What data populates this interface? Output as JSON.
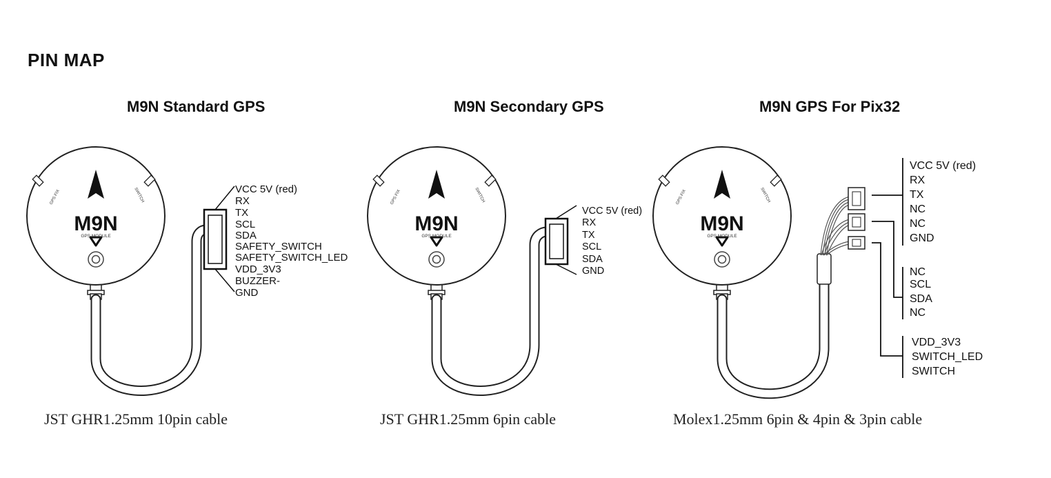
{
  "heading": "PIN MAP",
  "panels": [
    {
      "title": "M9N Standard GPS",
      "caption": "JST GHR1.25mm 10pin cable",
      "pins": [
        "VCC 5V  (red)",
        "RX",
        "TX",
        "SCL",
        "SDA",
        "SAFETY_SWITCH",
        "SAFETY_SWITCH_LED",
        "VDD_3V3",
        "BUZZER-",
        "GND"
      ]
    },
    {
      "title": "M9N Secondary GPS",
      "caption": "JST GHR1.25mm 6pin cable",
      "pins": [
        "VCC 5V (red)",
        "RX",
        "TX",
        "SCL",
        "SDA",
        "GND"
      ]
    },
    {
      "title": "M9N GPS  For Pix32",
      "caption": "Molex1.25mm 6pin & 4pin & 3pin cable",
      "groups": [
        [
          "VCC 5V (red)",
          "RX",
          "TX",
          "NC",
          "NC",
          "GND"
        ],
        [
          "NC",
          "SCL",
          "SDA",
          "NC"
        ],
        [
          "VDD_3V3",
          "SWITCH_LED",
          "SWITCH"
        ]
      ]
    }
  ],
  "module": {
    "logo": "M9N",
    "sublabel": "GPS MODULE",
    "led_left": "GPS FIX",
    "led_right": "SWITCH"
  }
}
